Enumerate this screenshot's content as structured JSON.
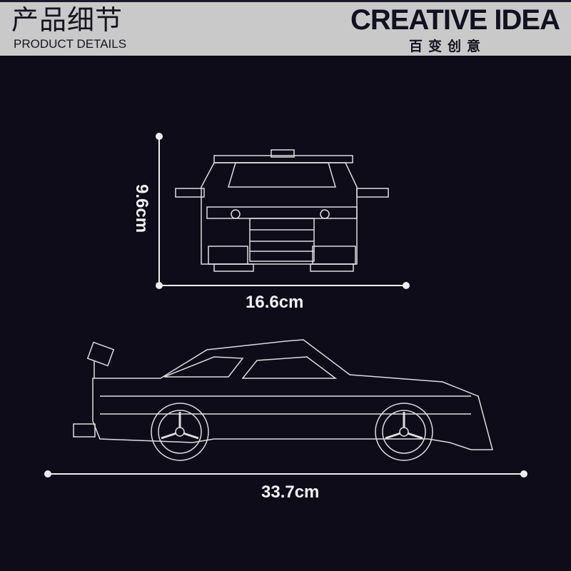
{
  "header": {
    "title_cn": "产品细节",
    "title_en": "PRODUCT DETAILS",
    "brand": "CREATIVE IDEA",
    "brand_cn": "百变创意"
  },
  "dimensions": {
    "height": "9.6cm",
    "width": "16.6cm",
    "length": "33.7cm"
  },
  "colors": {
    "background": "#0d0c18",
    "header": "#c9c9c9",
    "line": "#f2f2f2"
  }
}
